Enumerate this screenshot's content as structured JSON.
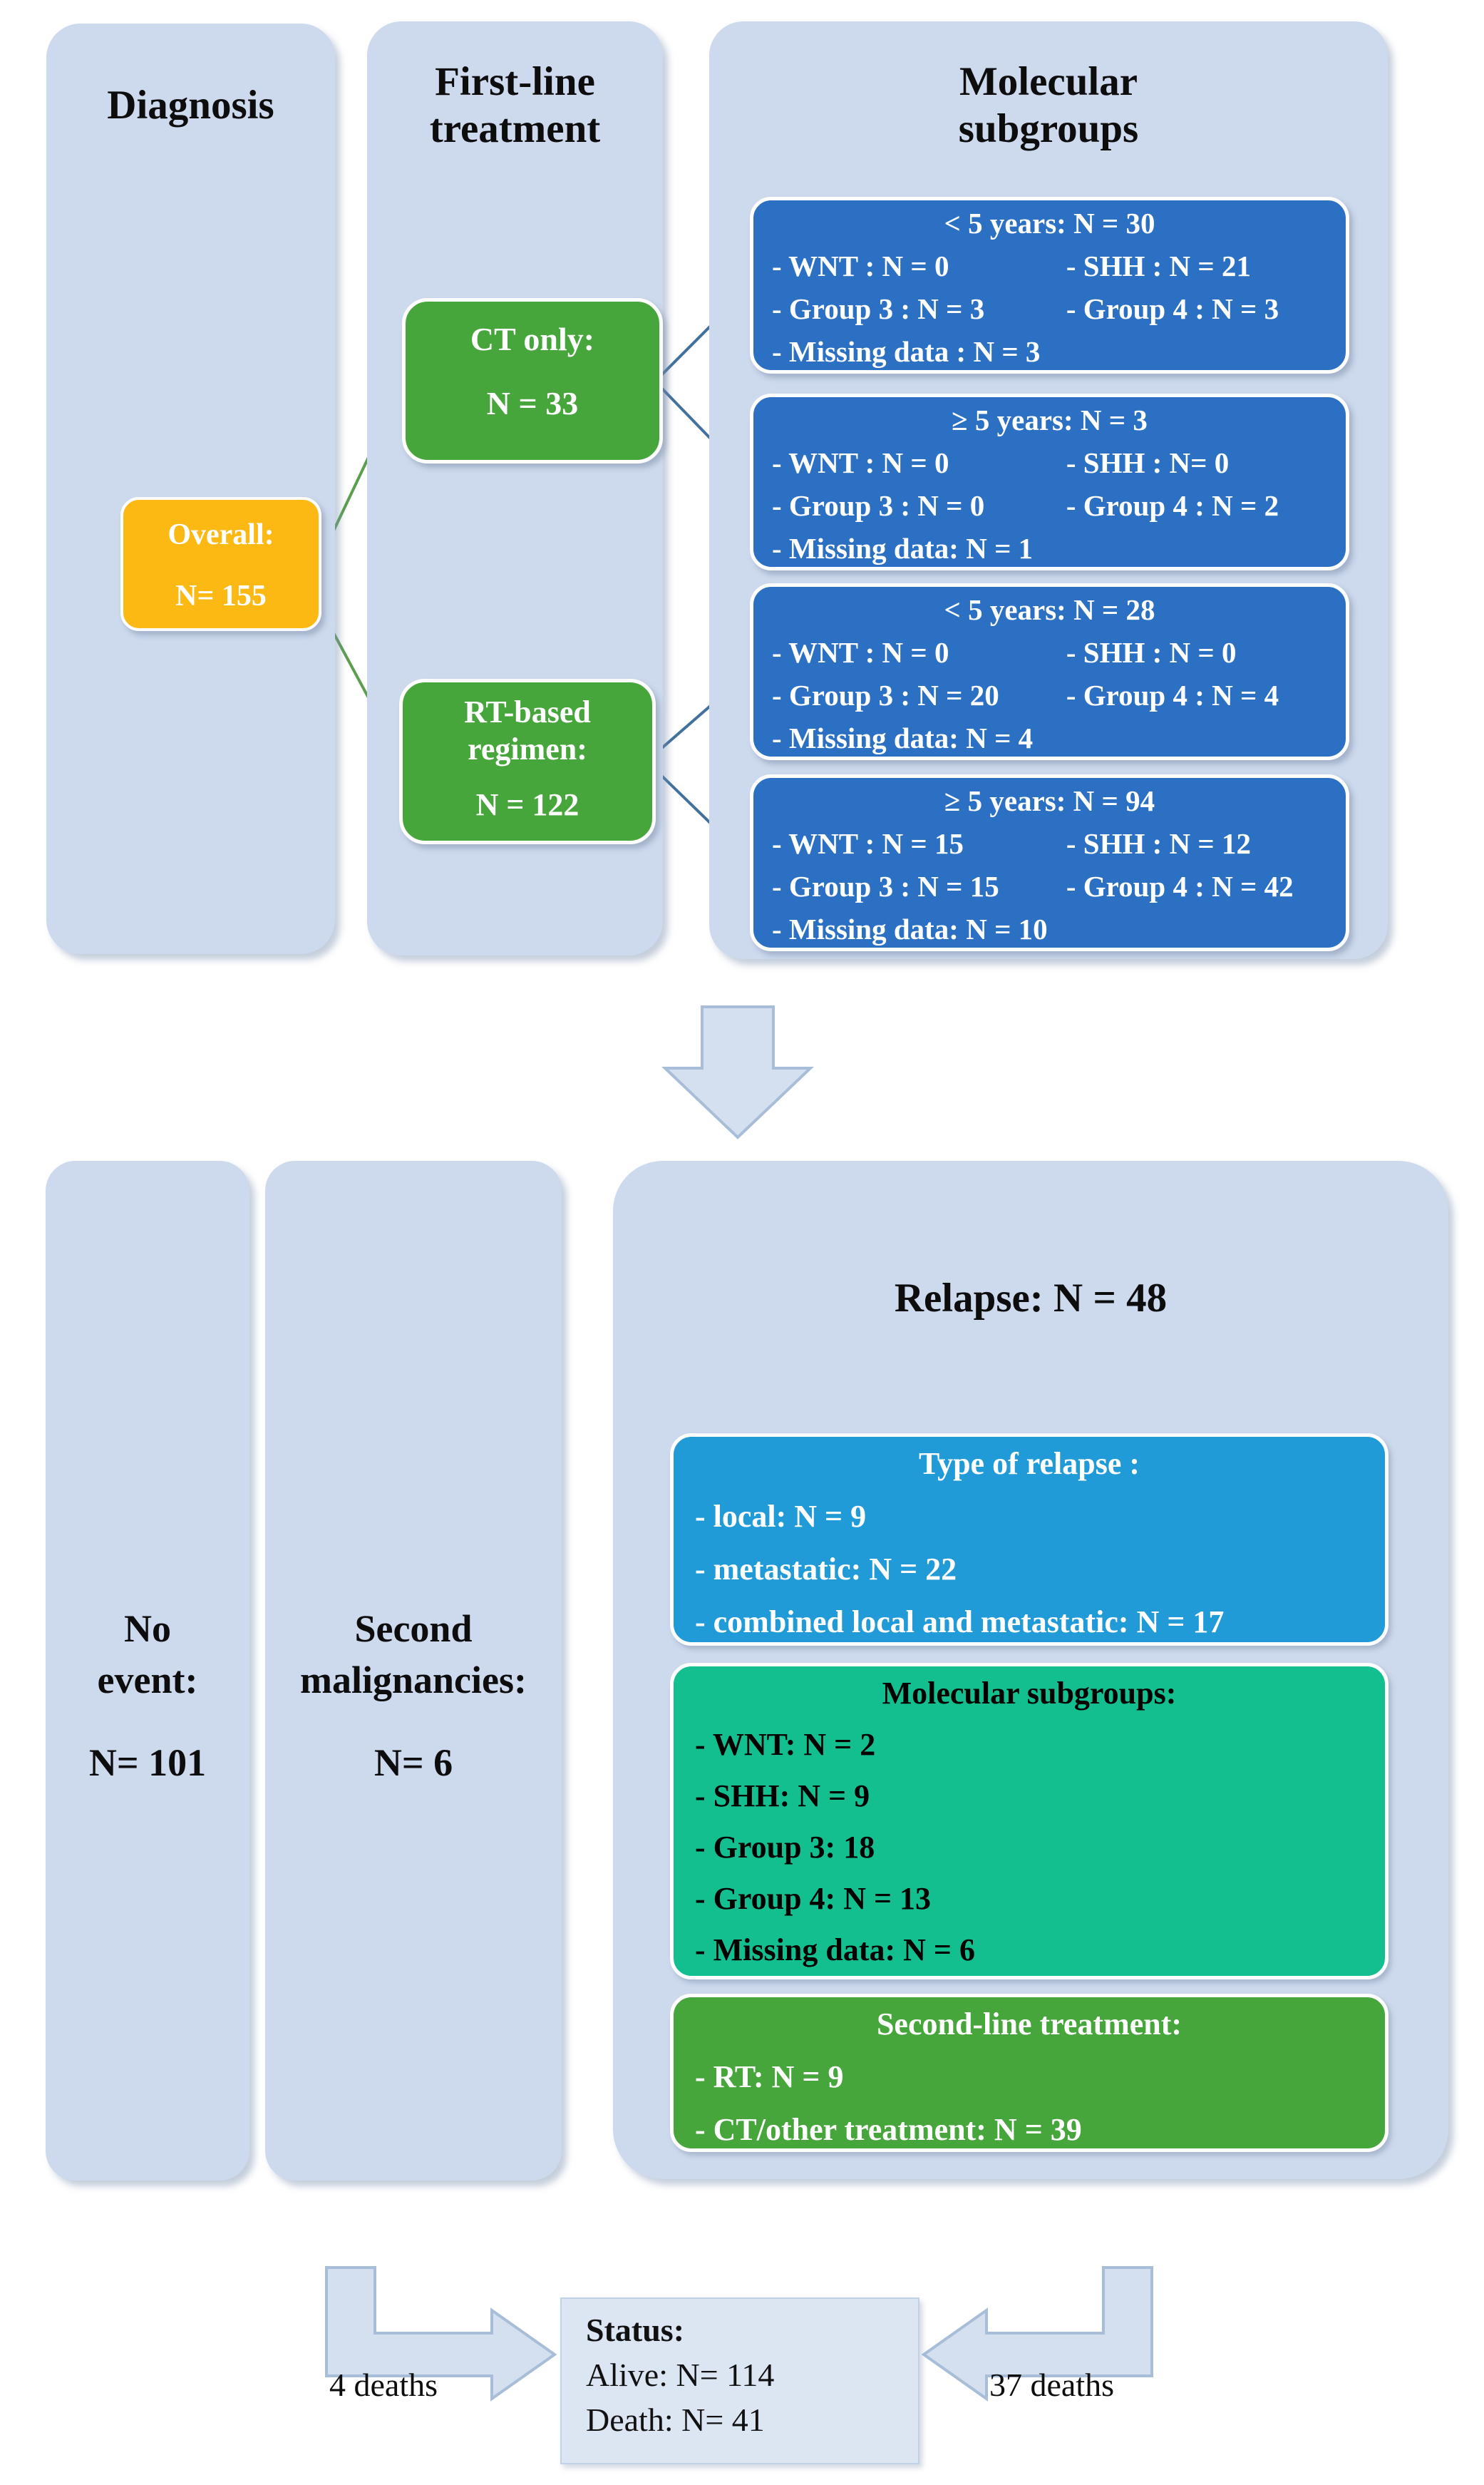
{
  "palette": {
    "column_bg": "#cdd9ed",
    "blue_box": "#2b70c2",
    "cyan_box": "#209bd8",
    "teal_box": "#13bf8f",
    "green_box": "#47a63b",
    "yellow_box": "#fcb813",
    "status_bg": "#dce6f3",
    "arrow_fill": "#d4e0ef",
    "arrow_stroke": "#a7bdd8",
    "green_line": "#5b9e4e",
    "blue_line": "#41719c"
  },
  "headers": {
    "diagnosis": "Diagnosis",
    "first_line_1": "First-line",
    "first_line_2": "treatment",
    "molecular_1": "Molecular",
    "molecular_2": "subgroups"
  },
  "overall": {
    "line1": "Overall:",
    "line2": "N= 155"
  },
  "ct_only": {
    "line1": "CT only:",
    "line2": "N = 33"
  },
  "rt_based": {
    "line1": "RT-based",
    "line2": "regimen:",
    "line3": "N = 122"
  },
  "subgroup_boxes": [
    {
      "header": "< 5 years: N = 30",
      "rows": [
        {
          "left": "- WNT : N = 0",
          "right": "- SHH : N = 21"
        },
        {
          "left": "- Group 3 : N = 3",
          "right": "- Group 4 : N = 3"
        }
      ],
      "footer": "- Missing data : N = 3"
    },
    {
      "header": "≥ 5 years: N = 3",
      "rows": [
        {
          "left": "- WNT : N = 0",
          "right": "- SHH : N= 0"
        },
        {
          "left": "- Group 3 : N = 0",
          "right": "- Group 4 : N = 2"
        }
      ],
      "footer": "- Missing data: N = 1"
    },
    {
      "header": "< 5 years: N = 28",
      "rows": [
        {
          "left": "- WNT : N = 0",
          "right": "- SHH : N = 0"
        },
        {
          "left": "- Group 3 : N = 20",
          "right": "- Group 4 : N = 4"
        }
      ],
      "footer": "- Missing data: N = 4"
    },
    {
      "header": "≥ 5 years: N = 94",
      "rows": [
        {
          "left": "- WNT : N = 15",
          "right": "- SHH : N = 12"
        },
        {
          "left": "- Group 3 : N = 15",
          "right": "- Group 4 : N = 42"
        }
      ],
      "footer": "- Missing data: N = 10"
    }
  ],
  "no_event": {
    "line1": "No",
    "line2": "event:",
    "line3": "N= 101"
  },
  "second_malignancies": {
    "line1": "Second",
    "line2": "malignancies:",
    "line3": "N= 6"
  },
  "relapse": {
    "title": "Relapse: N = 48",
    "type_box": {
      "title": "Type of relapse :",
      "lines": [
        "- local: N = 9",
        "- metastatic: N = 22",
        "- combined local and  metastatic:  N = 17"
      ]
    },
    "molecular_box": {
      "title": "Molecular subgroups:",
      "lines": [
        "- WNT: N = 2",
        "- SHH: N = 9",
        "- Group 3: 18",
        "- Group 4: N = 13",
        "- Missing data: N = 6"
      ]
    },
    "second_line_box": {
      "title": "Second-line treatment:",
      "lines": [
        "- RT: N = 9",
        "- CT/other treatment: N = 39"
      ]
    }
  },
  "deaths_left": "4 deaths",
  "deaths_right": "37 deaths",
  "status": {
    "title": "Status:",
    "alive": "Alive: N= 114",
    "death": "Death: N= 41"
  }
}
